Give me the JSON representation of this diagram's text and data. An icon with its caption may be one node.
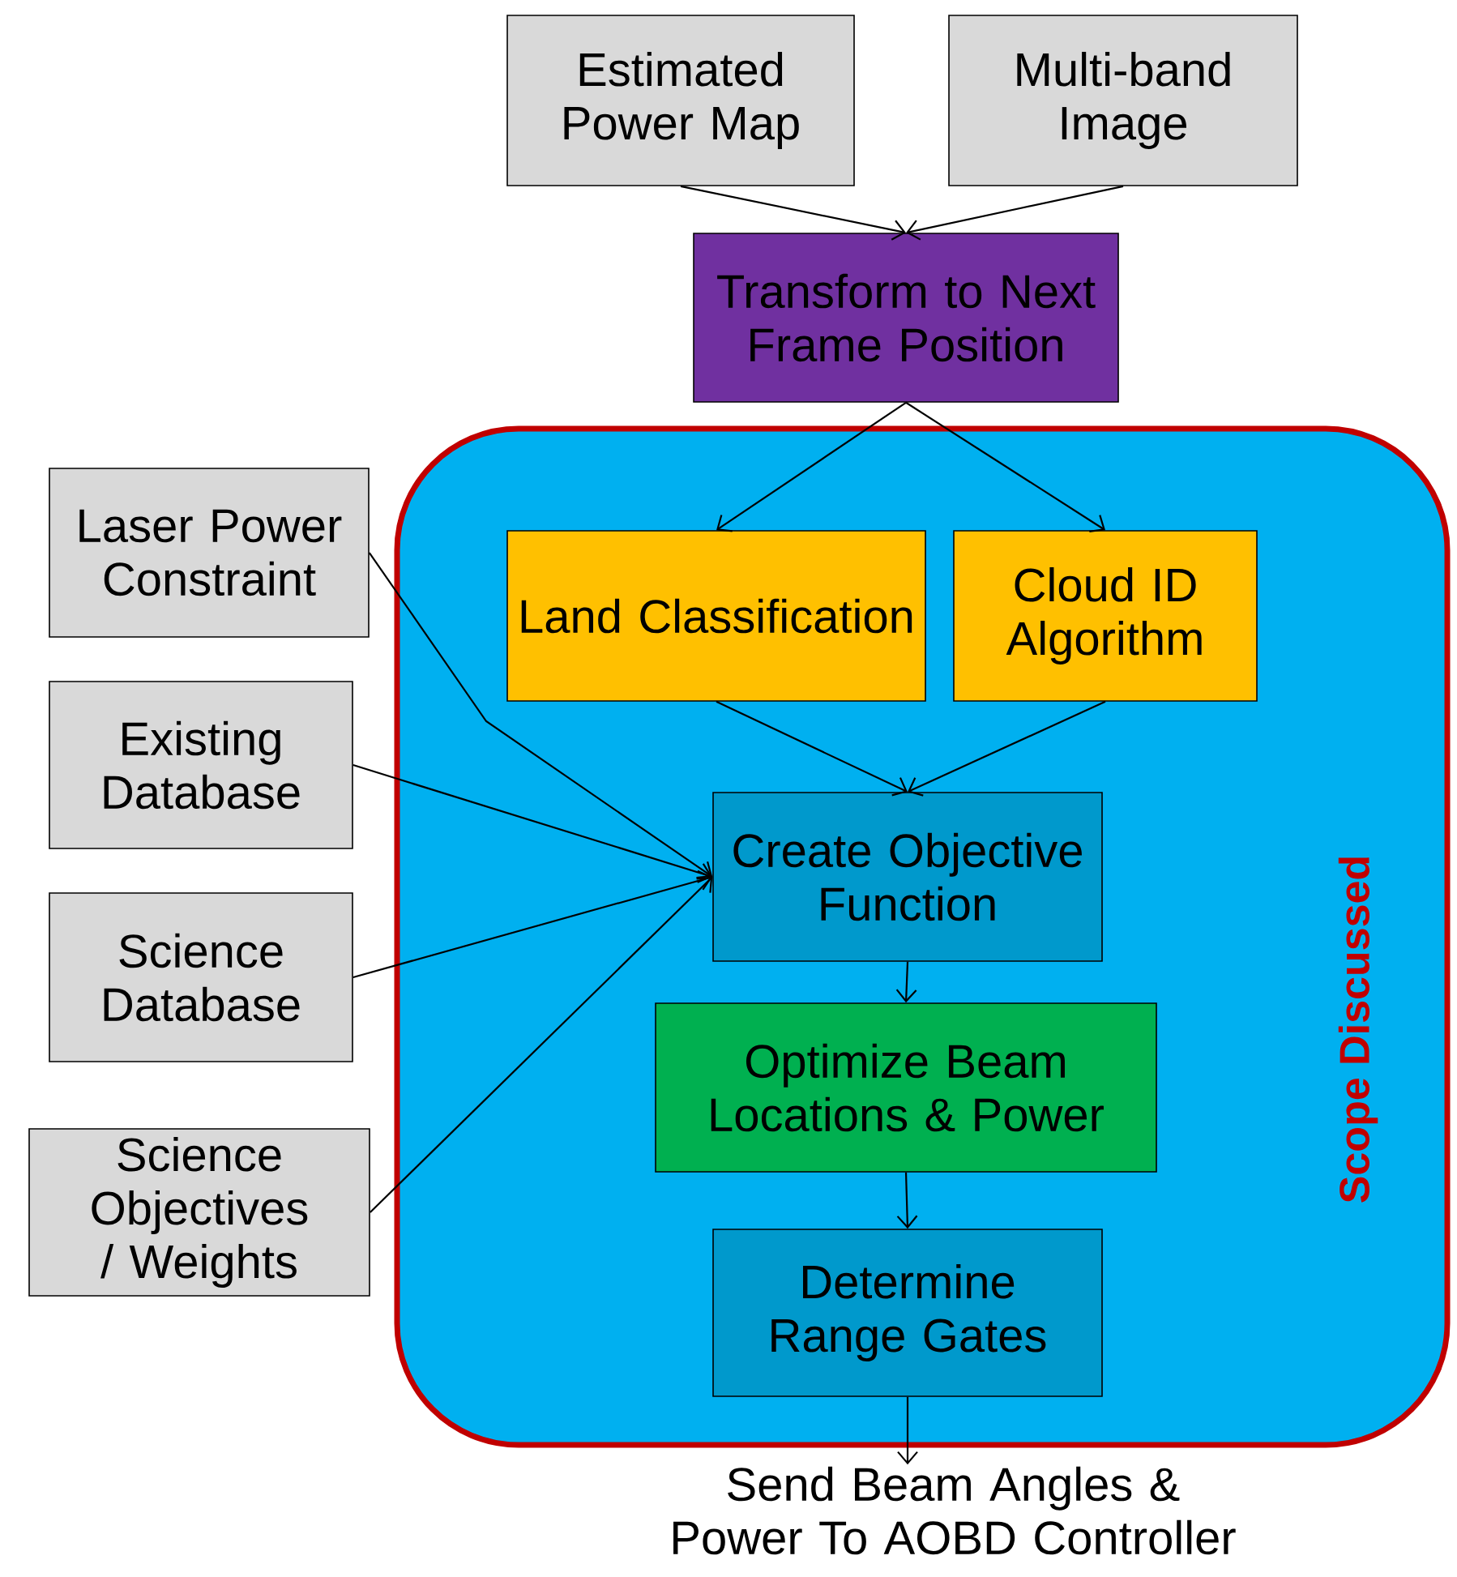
{
  "diagram": {
    "nodes": [
      {
        "text": [
          "Estimated Power Map"
        ]
      },
      {
        "text": [
          "Multi-band Image"
        ]
      },
      {
        "text": [
          "Transform to Next Frame Position"
        ]
      },
      {
        "text": [
          "Scope Discussed"
        ]
      },
      {
        "text": [
          "Laser Power Constraint"
        ]
      },
      {
        "text": [
          "Existing Database"
        ]
      },
      {
        "text": [
          "Science Database"
        ]
      },
      {
        "text": [
          "Science Objectives / Weights"
        ]
      },
      {
        "text": [
          "Land Classification"
        ],
        "in": 3
      },
      {
        "text": [
          "Cloud ID Algorithm"
        ],
        "in": 3
      },
      {
        "text": [
          "Create Objective Function"
        ],
        "in": 3
      },
      {
        "text": [
          "Optimize Beam Locations & Power"
        ],
        "in": 3
      },
      {
        "text": [
          "Determine Range Gates"
        ],
        "in": 3
      },
      {
        "text": [
          "Send Beam Angles & Power To AOBD Controller"
        ]
      }
    ],
    "edges": [
      {
        "from": 0,
        "to": 2,
        "arrow": "to"
      },
      {
        "from": 1,
        "to": 2,
        "arrow": "to"
      },
      {
        "from": 2,
        "to": 8,
        "arrow": "to"
      },
      {
        "from": 2,
        "to": 9,
        "arrow": "to"
      },
      {
        "from": 8,
        "to": 10,
        "arrow": "to"
      },
      {
        "from": 9,
        "to": 10,
        "arrow": "to"
      },
      {
        "from": 4,
        "to": 10,
        "arrow": "to"
      },
      {
        "from": 5,
        "to": 10,
        "arrow": "to"
      },
      {
        "from": 6,
        "to": 10,
        "arrow": "to"
      },
      {
        "from": 7,
        "to": 10,
        "arrow": "to"
      },
      {
        "from": 10,
        "to": 11,
        "arrow": "to"
      },
      {
        "from": 11,
        "to": 12,
        "arrow": "to"
      },
      {
        "from": 12,
        "to": 13,
        "arrow": "to"
      }
    ]
  }
}
